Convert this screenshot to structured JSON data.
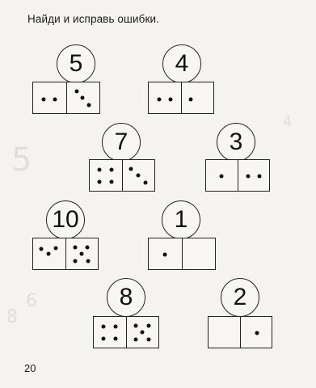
{
  "instruction": "Найди и исправь ошибки.",
  "page_number": "20",
  "items": [
    {
      "number": "5",
      "left_dots": 2,
      "right_dots": 3
    },
    {
      "number": "4",
      "left_dots": 2,
      "right_dots": 1
    },
    {
      "number": "7",
      "left_dots": 4,
      "right_dots": 3
    },
    {
      "number": "3",
      "left_dots": 1,
      "right_dots": 2
    },
    {
      "number": "10",
      "left_dots": 3,
      "right_dots": 5
    },
    {
      "number": "1",
      "left_dots": 1,
      "right_dots": 0
    },
    {
      "number": "8",
      "left_dots": 4,
      "right_dots": 5
    },
    {
      "number": "2",
      "left_dots": 0,
      "right_dots": 1
    }
  ]
}
